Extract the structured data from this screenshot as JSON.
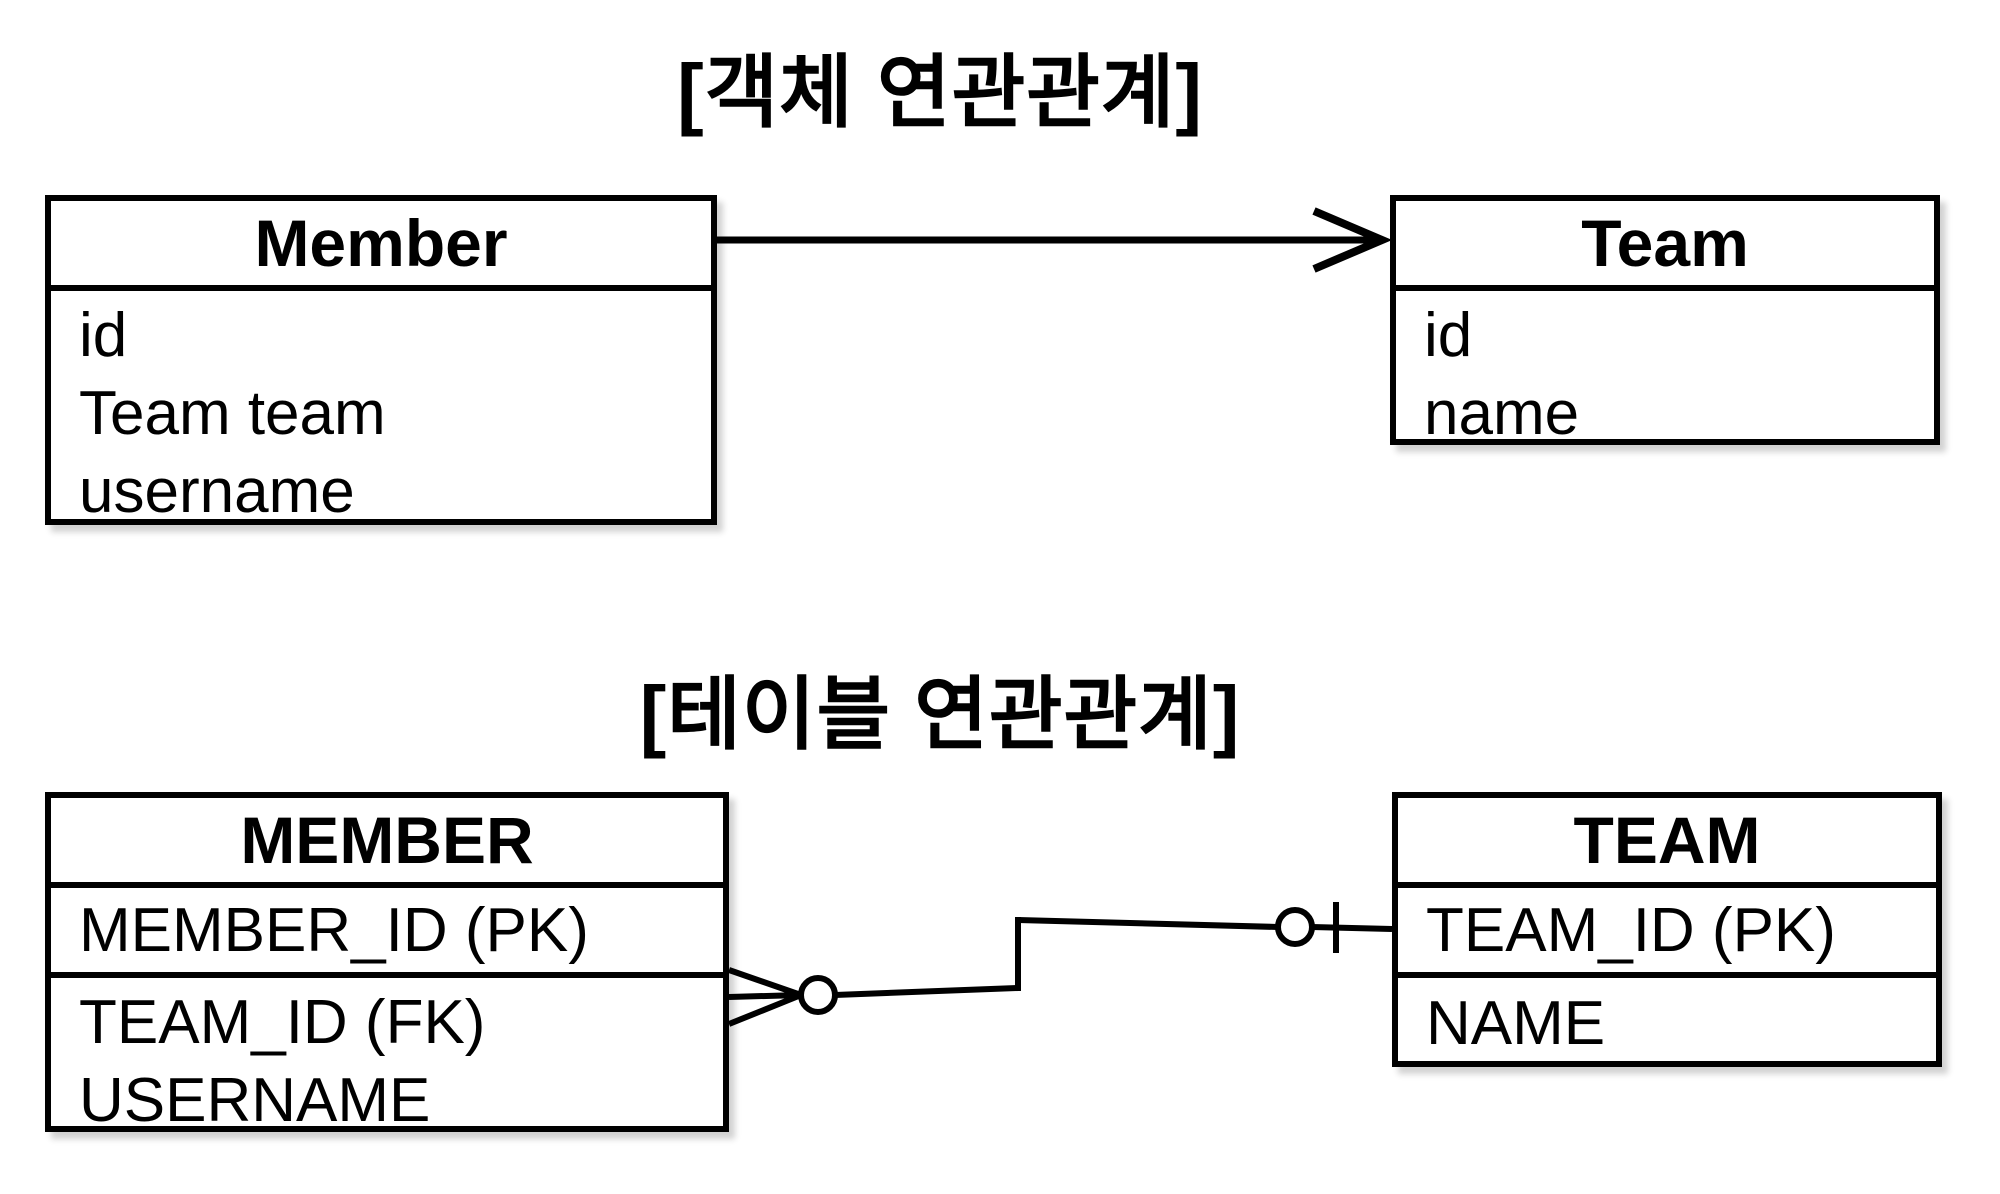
{
  "object_diagram": {
    "title": "[객체 연관관계]",
    "member_class": {
      "title": "Member",
      "fields": [
        "id",
        "Team team",
        "username"
      ]
    },
    "team_class": {
      "title": "Team",
      "fields": [
        "id",
        "name"
      ]
    },
    "relationship": {
      "from": "Member",
      "to": "Team",
      "notation": "open-arrowhead"
    }
  },
  "table_diagram": {
    "title": "[테이블 연관관계]",
    "member_table": {
      "title": "MEMBER",
      "pk_field": "MEMBER_ID (PK)",
      "fields": [
        "TEAM_ID (FK)",
        "USERNAME"
      ]
    },
    "team_table": {
      "title": "TEAM",
      "pk_field": "TEAM_ID (PK)",
      "fields": [
        "NAME"
      ]
    },
    "relationship": {
      "member_end_notation": "crow-foot-many-with-circle",
      "team_end_notation": "circle-and-bar"
    }
  },
  "colors": {
    "line": "#000000",
    "background": "#ffffff"
  }
}
